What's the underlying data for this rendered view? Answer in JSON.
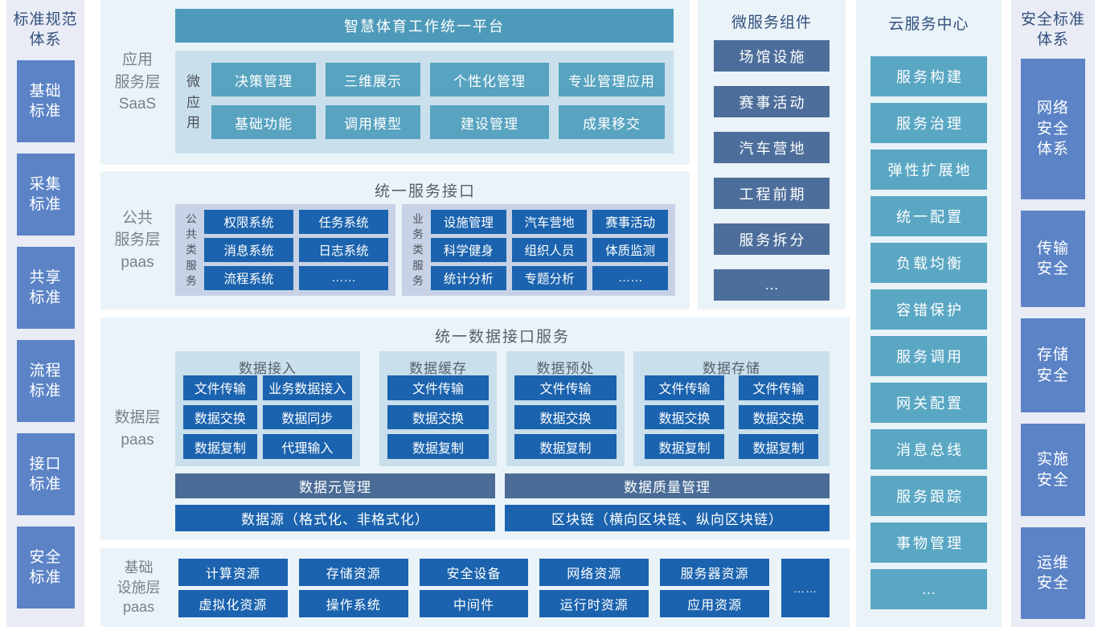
{
  "colors": {
    "teal_header": "#4e9aba",
    "teal_button": "#57a3c0",
    "cloud_button": "#5aa7c4",
    "dark_blue_button": "#1b63ae",
    "slate_box": "#4d6e9b",
    "slate_bar": "#4a6c96",
    "sidebar_box": "#5b83c6",
    "panel_bg": "#eaf3f8",
    "sidebar_bg": "#e9ecf5",
    "inner_panel_teal": "#c9dfec",
    "inner_panel_periwinkle": "#c7d2e6"
  },
  "left_sidebar": {
    "title": "标准规范\n体系",
    "items": [
      "基础\n标准",
      "采集\n标准",
      "共享\n标准",
      "流程\n标准",
      "接口\n标准",
      "安全\n标准"
    ]
  },
  "app_layer": {
    "label": "应用\n服务层\nSaaS",
    "header": "智慧体育工作统一平台",
    "micro_label": "微\n应\n用",
    "columns": [
      [
        "决策管理",
        "基础功能"
      ],
      [
        "三维展示",
        "调用模型"
      ],
      [
        "个性化管理",
        "建设管理"
      ],
      [
        "专业管理应用",
        "成果移交"
      ]
    ]
  },
  "public_layer": {
    "label": "公共\n服务层\npaas",
    "title": "统一服务接口",
    "groups": [
      {
        "label": "公\n共\n类\n服\n务",
        "columns": [
          [
            "权限系统",
            "消息系统",
            "流程系统"
          ],
          [
            "任务系统",
            "日志系统",
            "……"
          ]
        ]
      },
      {
        "label": "业\n务\n类\n服\n务",
        "columns": [
          [
            "设施管理",
            "科学健身",
            "统计分析"
          ],
          [
            "汽车营地",
            "组织人员",
            "专题分析"
          ],
          [
            "赛事活动",
            "体质监测",
            "……"
          ]
        ]
      }
    ]
  },
  "data_layer": {
    "label": "数据层\npaas",
    "title": "统一数据接口服务",
    "groups": [
      {
        "title": "数据接入",
        "columns": [
          [
            "文件传输",
            "数据交换",
            "数据复制"
          ],
          [
            "业务数据接入",
            "数据同步",
            "代理输入"
          ]
        ]
      },
      {
        "title": "数据缓存",
        "columns": [
          [
            "文件传输",
            "数据交换",
            "数据复制"
          ]
        ]
      },
      {
        "title": "数据预处",
        "columns": [
          [
            "文件传输",
            "数据交换",
            "数据复制"
          ]
        ]
      },
      {
        "title": "数据存储",
        "columns": [
          [
            "文件传输",
            "数据交换",
            "数据复制"
          ],
          [
            "文件传输",
            "数据交换",
            "数据复制"
          ]
        ]
      }
    ],
    "bars": [
      "数据元管理",
      "数据质量管理"
    ],
    "bottom_bars": [
      "数据源（格式化、非格式化）",
      "区块链（横向区块链、纵向区块链）"
    ]
  },
  "infra_layer": {
    "label": "基础\n设施层\npaas",
    "columns": [
      [
        "计算资源",
        "虚拟化资源"
      ],
      [
        "存储资源",
        "操作系统"
      ],
      [
        "安全设备",
        "中间件"
      ],
      [
        "网络资源",
        "运行时资源"
      ],
      [
        "服务器资源",
        "应用资源"
      ]
    ],
    "more": "……"
  },
  "microservices": {
    "title": "微服务组件",
    "items": [
      "场馆设施",
      "赛事活动",
      "汽车营地",
      "工程前期",
      "服务拆分",
      "…"
    ]
  },
  "cloud_center": {
    "title": "云服务中心",
    "items": [
      "服务构建",
      "服务治理",
      "弹性扩展地",
      "统一配置",
      "负载均衡",
      "容错保护",
      "服务调用",
      "网关配置",
      "消息总线",
      "服务跟踪",
      "事物管理",
      "…"
    ]
  },
  "right_sidebar": {
    "title": "安全标准\n体系",
    "items": [
      "网络\n安全\n体系",
      "传输\n安全",
      "存储\n安全",
      "实施\n安全",
      "运维\n安全"
    ]
  }
}
